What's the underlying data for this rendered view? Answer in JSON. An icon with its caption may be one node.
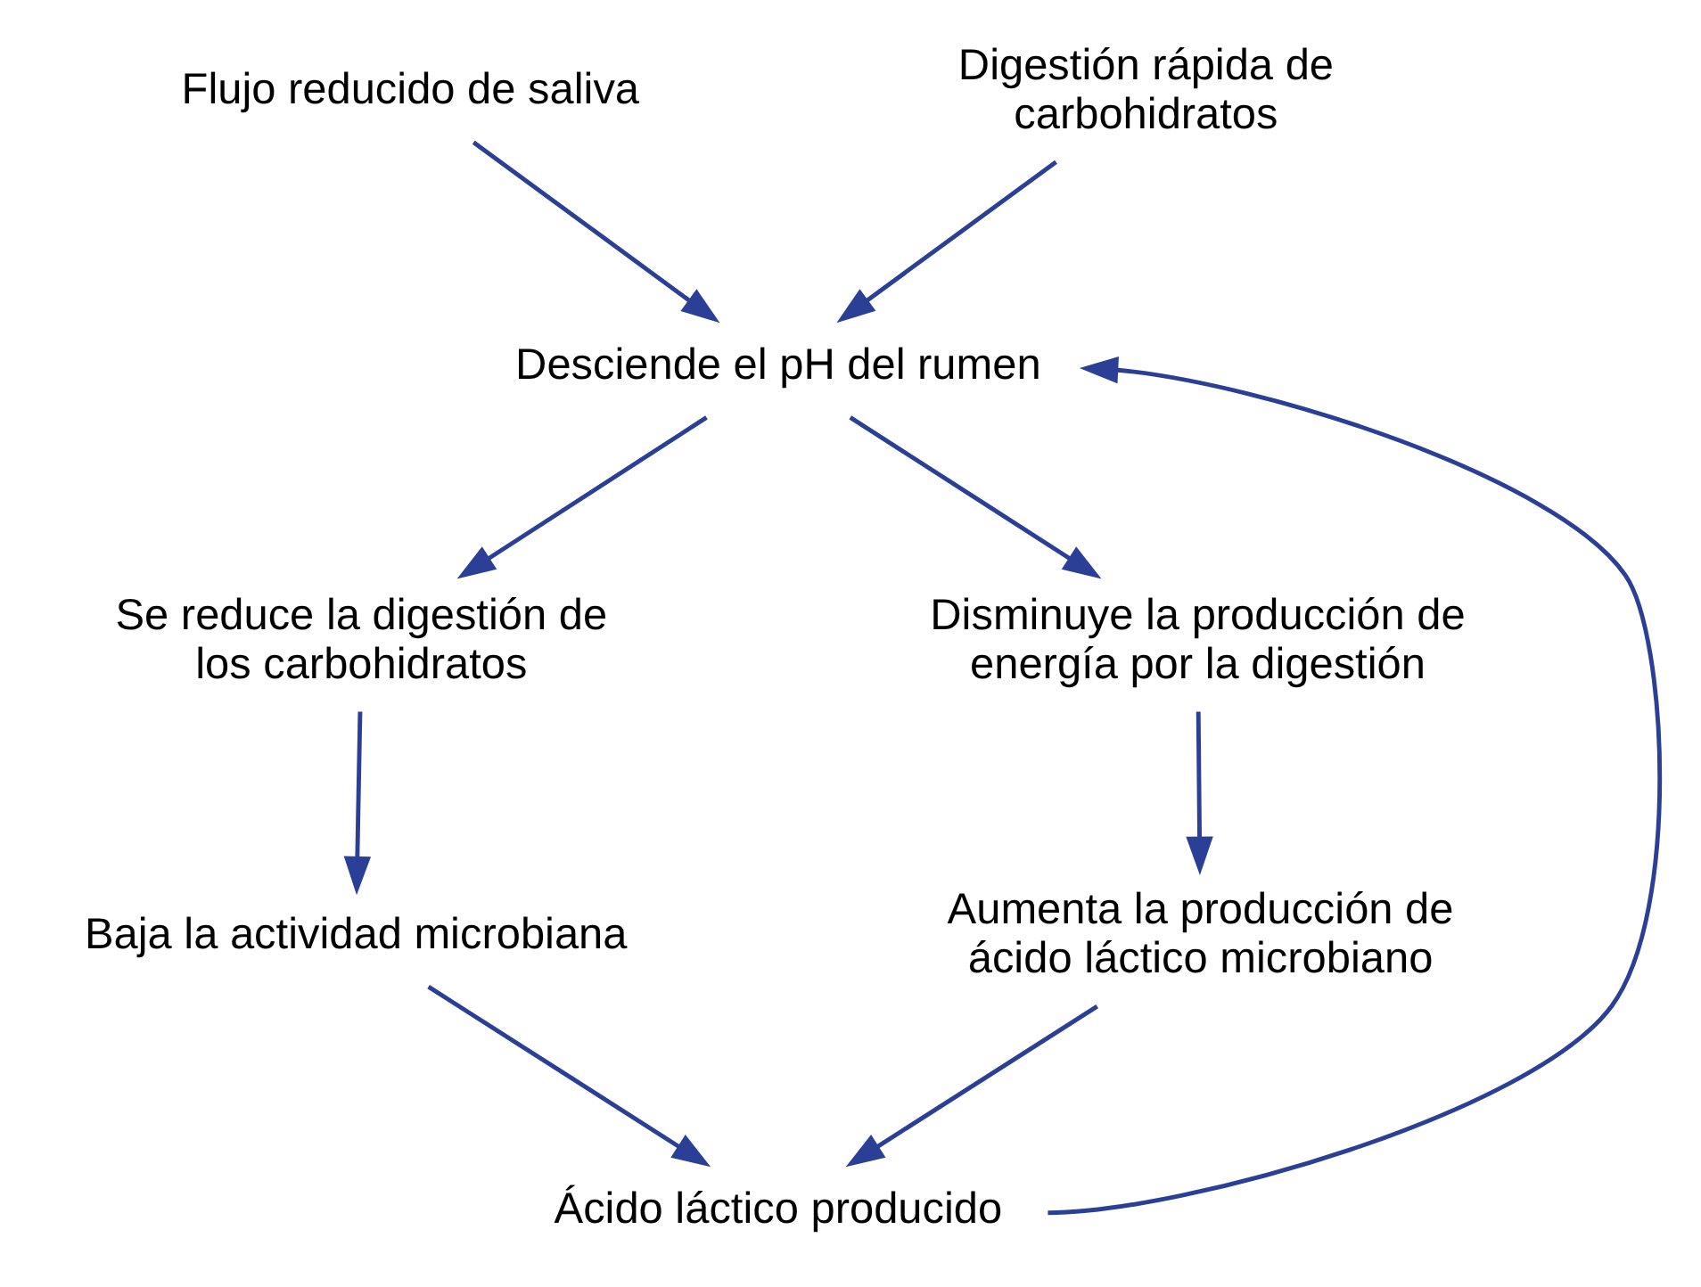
{
  "diagram": {
    "nodes": [
      {
        "text": [
          "Flujo reducido de saliva"
        ]
      },
      {
        "text": [
          "Digestión rápida de carbohidratos"
        ]
      },
      {
        "text": [
          "Desciende el pH del rumen"
        ]
      },
      {
        "text": [
          "Se reduce la digestión de los carbohidratos"
        ]
      },
      {
        "text": [
          "Disminuye la producción de energía por la digestión"
        ]
      },
      {
        "text": [
          "Baja la actividad microbiana"
        ]
      },
      {
        "text": [
          "Aumenta la producción de ácido láctico microbiano"
        ]
      },
      {
        "text": [
          "Ácido láctico producido"
        ]
      }
    ],
    "edges": [
      {
        "from": 0,
        "to": 2,
        "arrow": "to"
      },
      {
        "from": 1,
        "to": 2,
        "arrow": "to"
      },
      {
        "from": 2,
        "to": 3,
        "arrow": "to"
      },
      {
        "from": 2,
        "to": 4,
        "arrow": "to"
      },
      {
        "from": 3,
        "to": 5,
        "arrow": "to"
      },
      {
        "from": 4,
        "to": 6,
        "arrow": "to"
      },
      {
        "from": 5,
        "to": 7,
        "arrow": "to"
      },
      {
        "from": 6,
        "to": 7,
        "arrow": "to"
      },
      {
        "from": 7,
        "to": 2,
        "arrow": "to"
      }
    ]
  }
}
